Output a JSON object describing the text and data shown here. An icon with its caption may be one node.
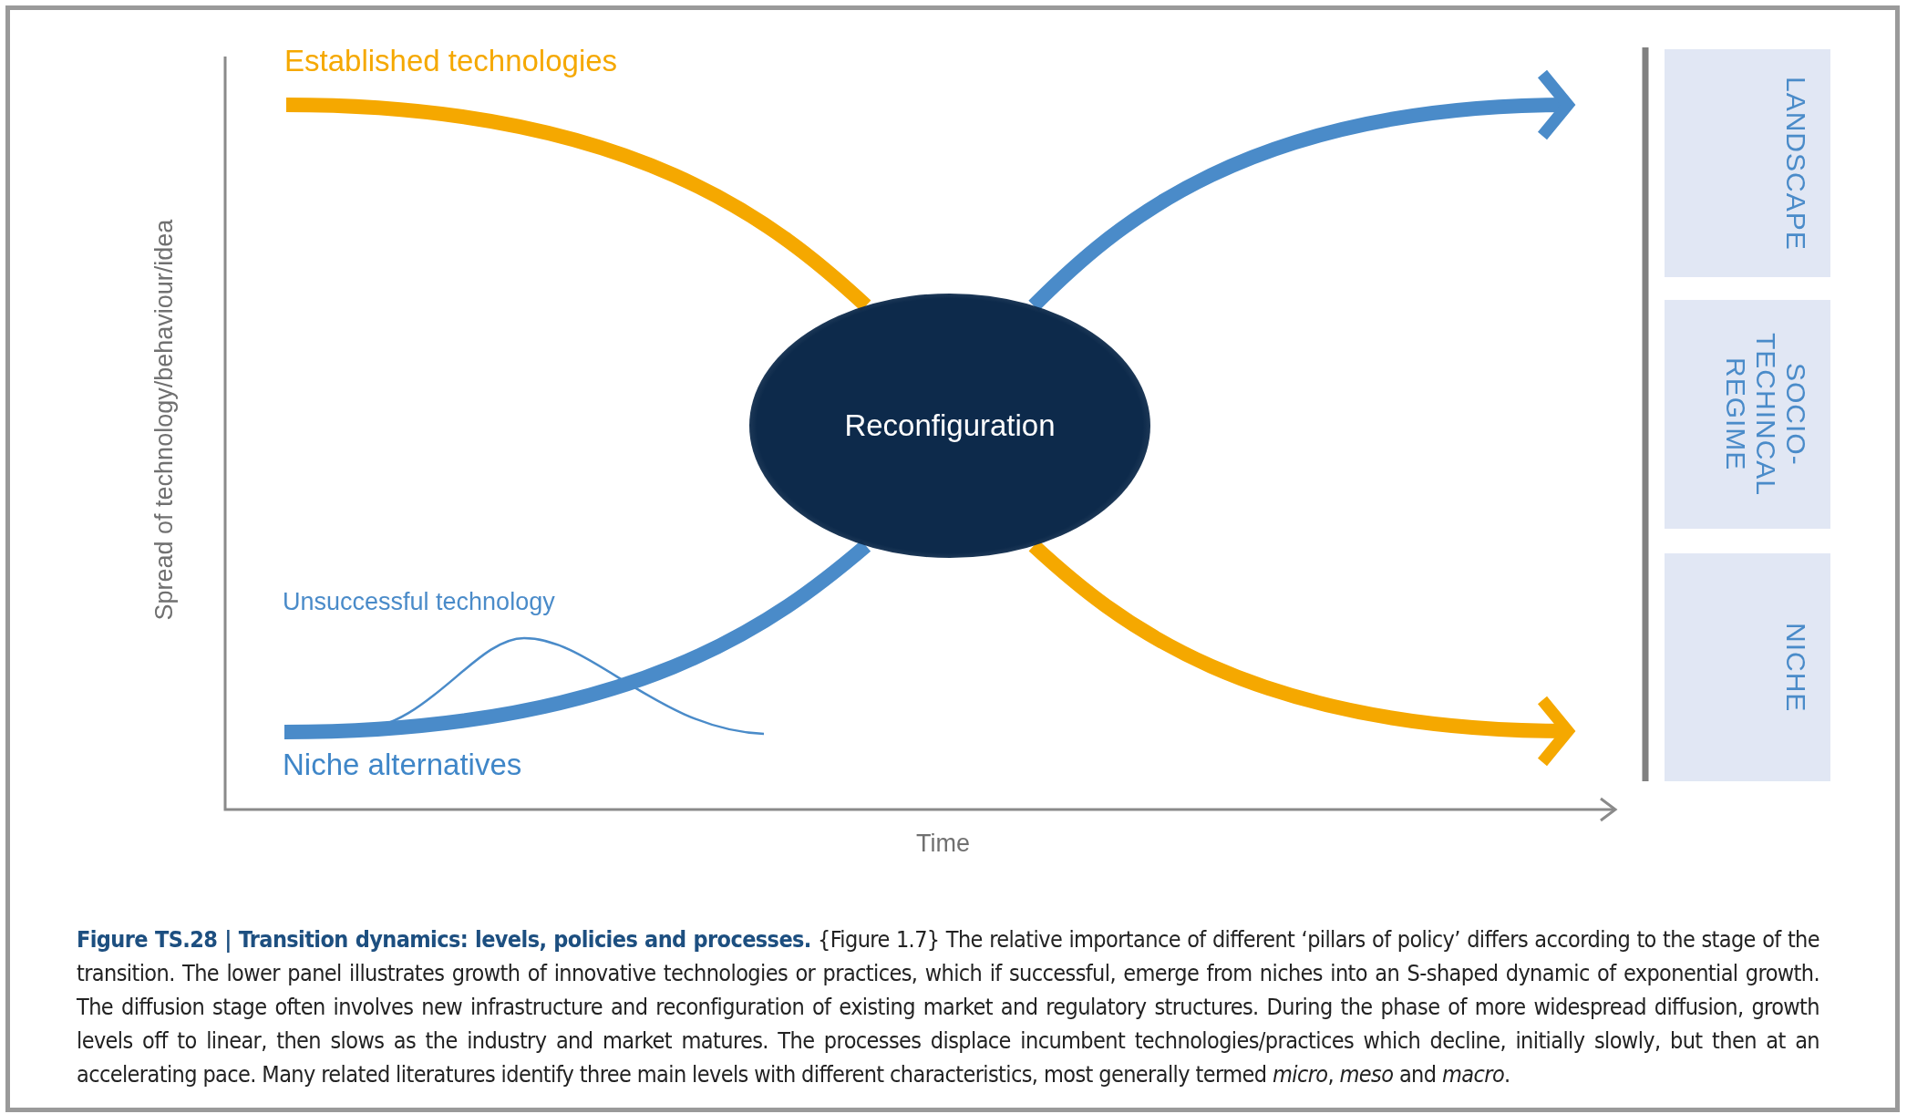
{
  "diagram": {
    "caption": "**Figure TS.28 | Transition dynamics: levels, policies and processes.** {Figure 1.7} The relative importance of different ‘pillars of policy’ differs according to the stage of the transition. The lower panel illustrates growth of innovative technologies or practices, which if successful, emerge from niches into an S-shaped dynamic of exponential growth. The diffusion stage often involves new infrastructure and reconfiguration of existing market and regulatory structures. During the phase of more widespread diffusion, growth levels off to linear, then slows as the industry and market matures. The processes displace incumbent technologies/practices which decline, initially slowly, but then at an accelerating pace. Many related literatures identify three main levels with different characteristics, most generally termed *micro*, *meso* and *macro*.",
    "nodes": [
      {
        "text": [
          "Established technologies"
        ]
      },
      {
        "text": [
          "LANDSCAPE"
        ]
      },
      {
        "text": [
          "Reconfiguration"
        ]
      },
      {
        "text": [
          "SOCIO- TECHINCAL REGIME"
        ]
      },
      {
        "text": [
          "NICHE"
        ]
      },
      {
        "text": [
          "Niche alternatives"
        ]
      }
    ],
    "edges": [
      {
        "from": 0,
        "to": 2,
        "arrow": "none",
        "color": "#f5a800"
      },
      {
        "from": 2,
        "to": null,
        "arrow": "to",
        "color": "#f5a800"
      },
      {
        "from": 5,
        "to": 2,
        "arrow": "none",
        "color": "#4a8bc9"
      },
      {
        "from": 2,
        "to": null,
        "arrow": "to",
        "color": "#4a8bc9"
      }
    ],
    "labels": [
      "Spread of technology/behaviour/idea",
      "Unsuccessful technology",
      "Time"
    ]
  }
}
